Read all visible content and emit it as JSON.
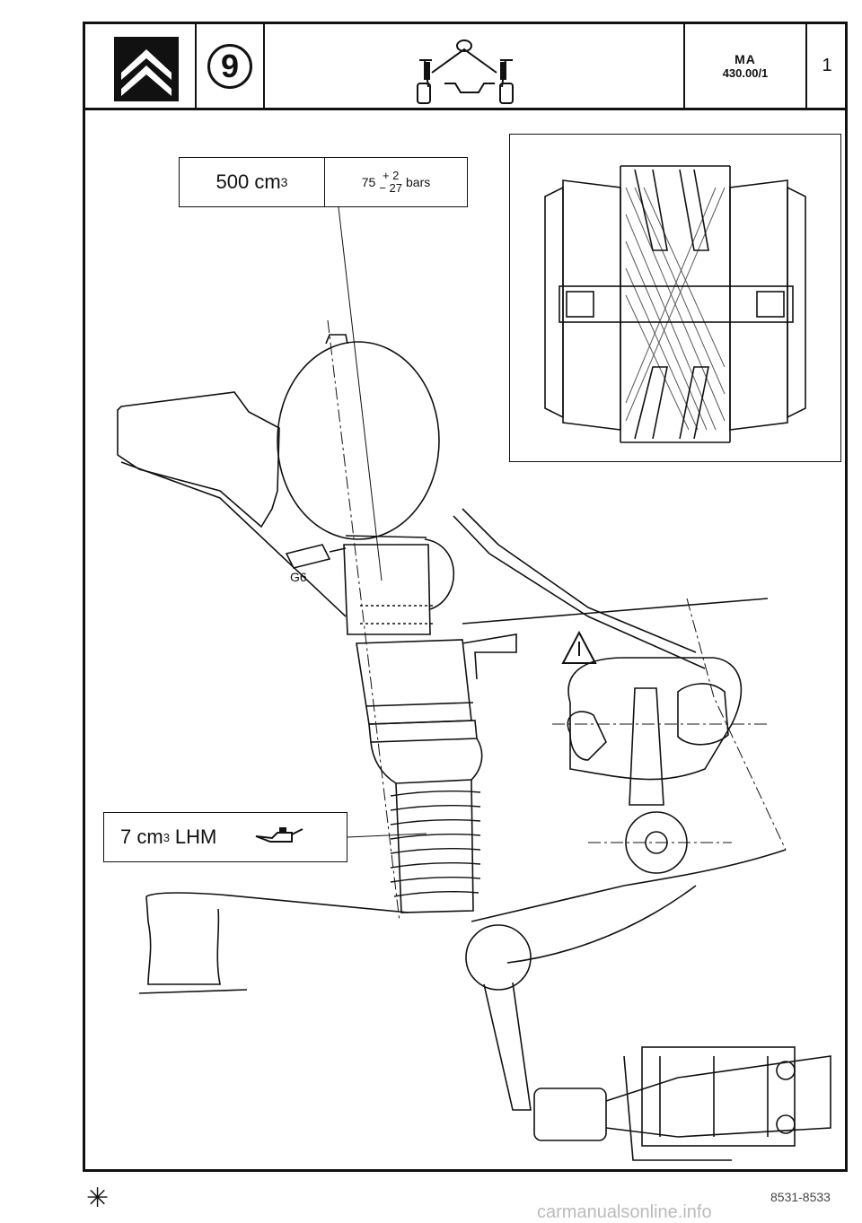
{
  "header": {
    "section_number": "9",
    "code_line1": "MA",
    "code_line2": "430.00/1",
    "page": "1"
  },
  "specs": {
    "volume_value": "500 cm",
    "volume_exp": "3",
    "pressure_base": "75",
    "pressure_plus": "+ 2",
    "pressure_minus": "− 27",
    "pressure_unit": "bars",
    "oil_value": "7 cm",
    "oil_exp": "3",
    "oil_fluid": "LHM"
  },
  "labels": {
    "g6": "G6"
  },
  "footer": {
    "symbol": "✳",
    "reference": "8531-8533",
    "watermark": "carmanualsonline.info"
  }
}
